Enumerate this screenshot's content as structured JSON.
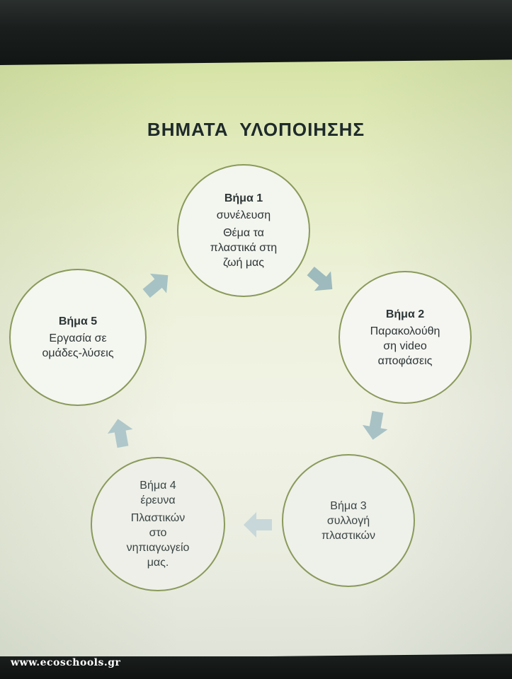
{
  "title": "ΒΗΜΑΤΑ  ΥΛΟΠΟΙΗΣΗΣ",
  "steps": [
    {
      "label": "Βήμα 1",
      "lines": [
        "συνέλευση",
        "Θέμα τα",
        "πλαστικά στη",
        "ζωή μας"
      ]
    },
    {
      "label": "Βήμα 2",
      "lines": [
        "Παρακολούθη",
        "ση video",
        "αποφάσεις"
      ]
    },
    {
      "label": "Βήμα 3",
      "lines": [
        "συλλογή",
        "πλαστικών"
      ]
    },
    {
      "label": "Βήμα 4",
      "lines": [
        "έρευνα",
        "Πλαστικών",
        "στο",
        "νηπιαγωγείο",
        "μας."
      ]
    },
    {
      "label": "Βήμα 5",
      "lines": [
        "Εργασία σε",
        "ομάδες-λύσεις"
      ]
    }
  ],
  "watermark": "www.ecoschools.gr",
  "colors": {
    "circle_border": "#8a9a5b",
    "arrow_fill": "#a9bfc3",
    "title": "#1e2a2a"
  }
}
